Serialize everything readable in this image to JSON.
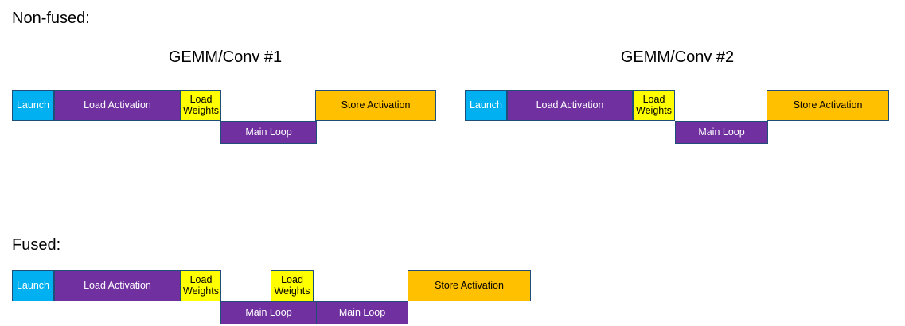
{
  "diagram": {
    "background": "#ffffff",
    "palette": {
      "launch": "#00B0F0",
      "load_activation": "#7030A0",
      "load_weights": "#FFFF00",
      "main_loop": "#7030A0",
      "store_activation": "#FFC000",
      "border": "#1f4e79",
      "text_dark": "#000000",
      "text_light": "#ffffff"
    },
    "sections": [
      {
        "id": "non-fused",
        "label": "Non-fused:",
        "groups": [
          {
            "id": "gemm-conv-1",
            "title": "GEMM/Conv #1"
          },
          {
            "id": "gemm-conv-2",
            "title": "GEMM/Conv #2"
          }
        ],
        "bars": [
          {
            "id": "nf1-launch",
            "label": "Launch",
            "kind": "launch"
          },
          {
            "id": "nf1-loadact",
            "label": "Load Activation",
            "kind": "loadact"
          },
          {
            "id": "nf1-weights",
            "label": "Load\nWeights",
            "kind": "weights"
          },
          {
            "id": "nf1-store",
            "label": "Store Activation",
            "kind": "store"
          },
          {
            "id": "nf1-mainloop",
            "label": "Main Loop",
            "kind": "mainloop"
          },
          {
            "id": "nf2-launch",
            "label": "Launch",
            "kind": "launch"
          },
          {
            "id": "nf2-loadact",
            "label": "Load Activation",
            "kind": "loadact"
          },
          {
            "id": "nf2-weights",
            "label": "Load\nWeights",
            "kind": "weights"
          },
          {
            "id": "nf2-store",
            "label": "Store Activation",
            "kind": "store"
          },
          {
            "id": "nf2-mainloop",
            "label": "Main Loop",
            "kind": "mainloop"
          }
        ]
      },
      {
        "id": "fused",
        "label": "Fused:",
        "groups": [],
        "bars": [
          {
            "id": "f-launch",
            "label": "Launch",
            "kind": "launch"
          },
          {
            "id": "f-loadact",
            "label": "Load Activation",
            "kind": "loadact"
          },
          {
            "id": "f-weights1",
            "label": "Load\nWeights",
            "kind": "weights"
          },
          {
            "id": "f-weights2",
            "label": "Load\nWeights",
            "kind": "weights"
          },
          {
            "id": "f-store",
            "label": "Store Activation",
            "kind": "store"
          },
          {
            "id": "f-mainloop1",
            "label": "Main Loop",
            "kind": "mainloop"
          },
          {
            "id": "f-mainloop2",
            "label": "Main Loop",
            "kind": "mainloop"
          }
        ]
      }
    ]
  }
}
